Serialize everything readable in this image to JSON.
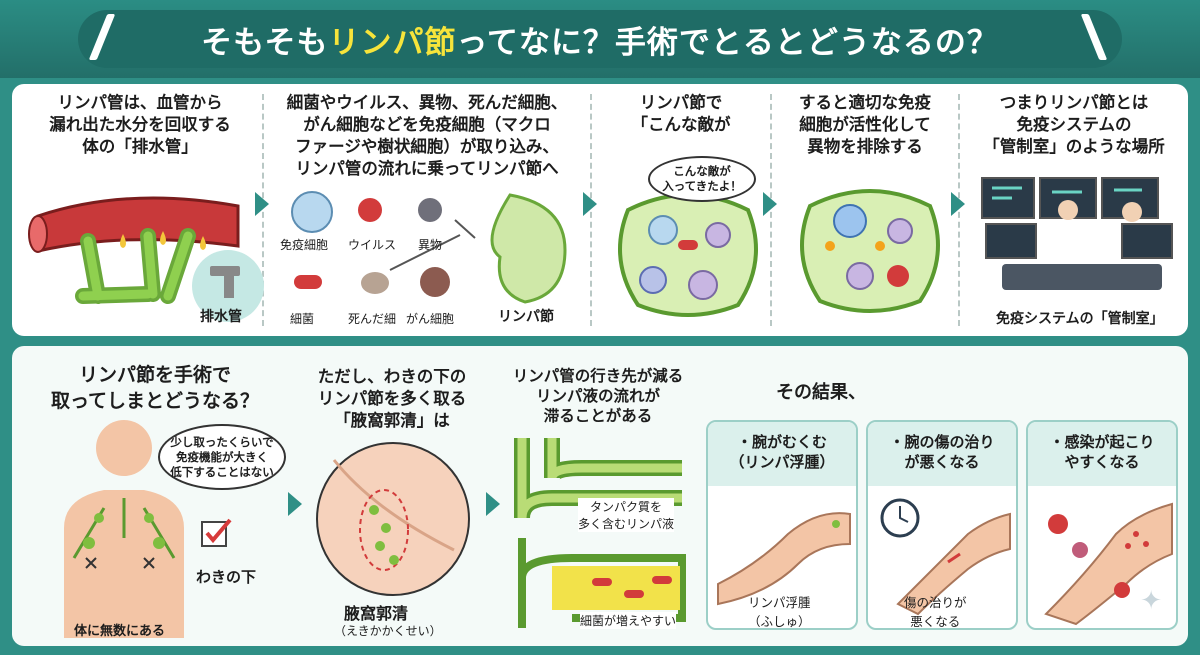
{
  "title": {
    "before": "そもそも",
    "highlight": "リンパ節",
    "after": "ってなに？手術でとるとどうなるの？"
  },
  "colors": {
    "teal": "#2f8f86",
    "title_highlight": "#f6e43b",
    "lymph_green": "#7fbe3f",
    "vessel_red": "#c8393a"
  },
  "top_steps": [
    {
      "heading": "リンパ管は、血管から\n漏れ出た水分を回収する\n体の「排水管」",
      "labels": [
        "排水管"
      ]
    },
    {
      "heading": "細菌やウイルス、異物、死んだ細胞、\nがん細胞などを免疫細胞（マクロ\nファージや樹状細胞）が取り込み、\nリンパ管の流れに乗ってリンパ節へ",
      "labels": [
        "免疫細胞",
        "ウイルス",
        "異物",
        "細菌",
        "死んだ細",
        "がん細胞",
        "リンパ節"
      ]
    },
    {
      "heading": "リンパ節で\n「こんな敵が",
      "bubble": "こんな敵が\n入ってきたよ！"
    },
    {
      "heading": "すると適切な免疫\n細胞が活性化して\n異物を排除する"
    },
    {
      "heading": "つまりリンパ節とは\n免疫システムの\n「管制室」のような場所",
      "caption": "免疫システムの「管制室」"
    }
  ],
  "bottom": {
    "q_heading": "リンパ節を手術で\n取ってしまとどうなる？",
    "q_bubble": "少し取ったくらいで\n免疫機能が大きく\n低下することはない",
    "armpit_label": "わきの下",
    "body_caption": "体に無数にある",
    "surgery_heading": "ただし、わきの下の\nリンパ節を多く取る\n「腋窩郭清」は",
    "surgery_name": "腋窩郭清",
    "surgery_reading": "（えきかかくせい）",
    "flow_heading": "リンパ管の行き先が減る\nリンパ液の流れが\n滞ることがある",
    "flow_label_top": "タンパク質を\n多く含むリンパ液",
    "flow_label_bottom": "細菌が増えやすい",
    "result_heading": "その結果、",
    "results": [
      {
        "title": "・腕がむくむ\n（リンパ浮腫）",
        "caption": "リンパ浮腫\n（ふしゅ）"
      },
      {
        "title": "・腕の傷の治り\nが悪くなる",
        "caption": "傷の治りが\n悪くなる"
      },
      {
        "title": "・感染が起こり\nやすくなる",
        "caption": ""
      }
    ]
  }
}
